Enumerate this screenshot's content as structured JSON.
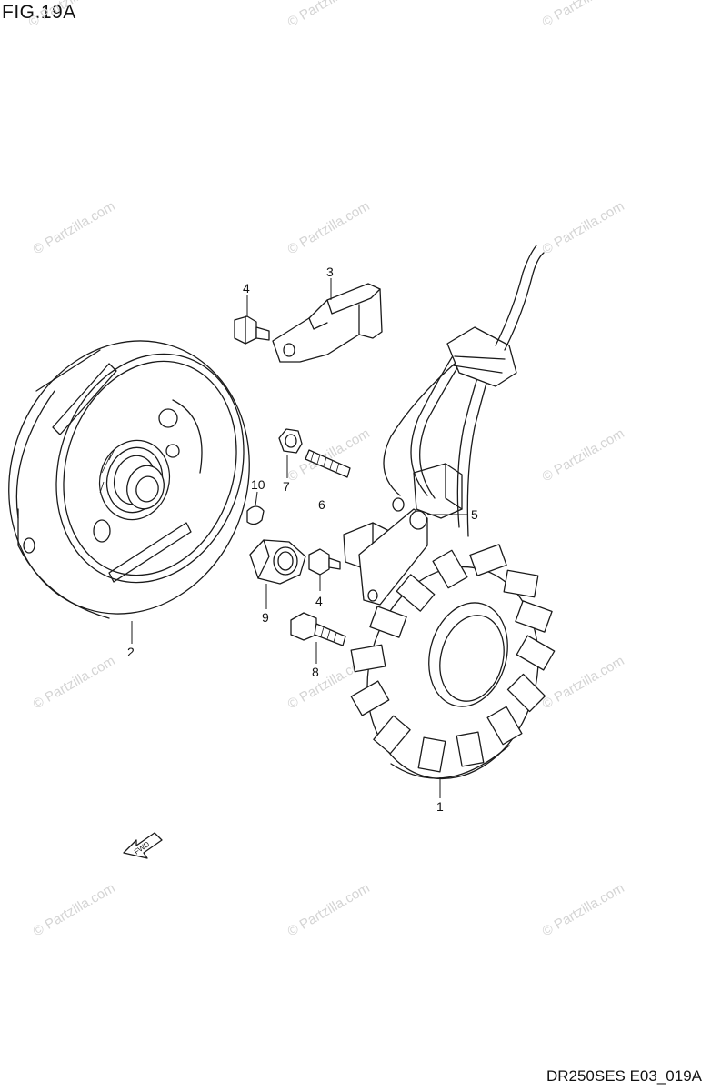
{
  "figure": {
    "title": "FIG.19A",
    "code": "DR250SES E03_019A"
  },
  "watermark": "© Partzilla.com",
  "callouts": {
    "c1": "1",
    "c2": "2",
    "c3": "3",
    "c4a": "4",
    "c4b": "4",
    "c5": "5",
    "c6": "6",
    "c7": "7",
    "c8": "8",
    "c9": "9",
    "c10": "10"
  },
  "fwd_label": "FWD"
}
